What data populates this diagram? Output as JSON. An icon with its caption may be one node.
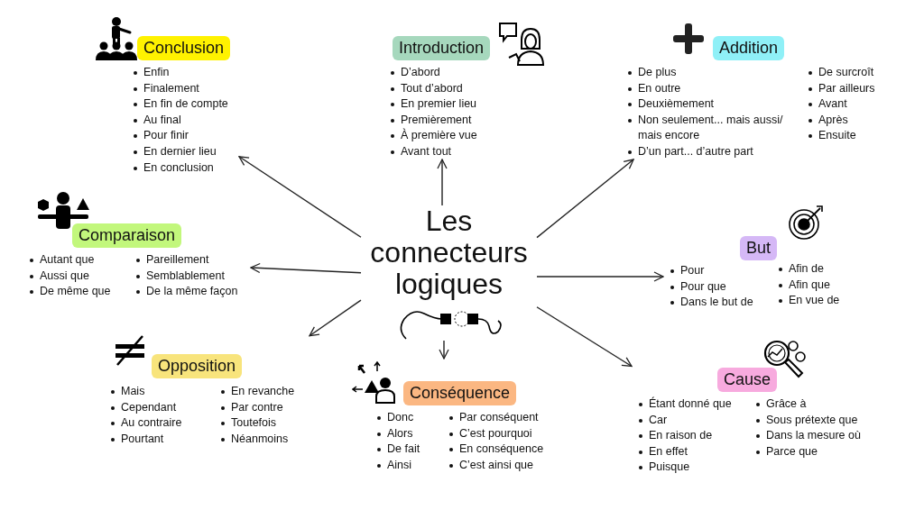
{
  "diagram": {
    "nodes": [
      {
        "text": [
          "Conclusion",
          "Enfin",
          "Finalement",
          "En fin de compte",
          "Au final",
          "Pour finir",
          "En dernier lieu",
          "En conclusion"
        ]
      },
      {
        "text": [
          "Introduction",
          "D’abord",
          "Tout d’abord",
          "En premier lieu",
          "Premièrement",
          "À première vue",
          "Avant tout"
        ]
      },
      {
        "text": [
          "Addition",
          "De plus",
          "En outre",
          "Deuxièmement",
          "Non seulement... mais aussi/ mais encore",
          "D’un part... d’autre part",
          "De surcroît",
          "Par ailleurs",
          "Avant",
          "Après",
          "Ensuite"
        ]
      },
      {
        "text": [
          "Comparaison",
          "Autant que",
          "Aussi que",
          "De même que",
          "Pareillement",
          "Semblablement",
          "De la même façon"
        ]
      },
      {
        "text": [
          "Les connecteurs logiques"
        ]
      },
      {
        "text": [
          "But",
          "Pour",
          "Pour que",
          "Dans le but de",
          "Afin de",
          "Afin que",
          "En vue de"
        ]
      },
      {
        "text": [
          "Opposition",
          "Mais",
          "Cependant",
          "Au contraire",
          "Pourtant",
          "En revanche",
          "Par contre",
          "Toutefois",
          "Néanmoins"
        ]
      },
      {
        "text": [
          "Conséquence",
          "Donc",
          "Alors",
          "De fait",
          "Ainsi",
          "Par conséquent",
          "C’est pourquoi",
          "En conséquence",
          "C’est ainsi que"
        ]
      },
      {
        "text": [
          "Cause",
          "Étant donné que",
          "Car",
          "En raison de",
          "En effet",
          "Puisque",
          "Grâce à",
          "Sous prétexte que",
          "Dans la mesure où",
          "Parce que"
        ]
      }
    ],
    "edges": [
      {
        "from": 4,
        "to": 0,
        "arrow": "to"
      },
      {
        "from": 4,
        "to": 1,
        "arrow": "to"
      },
      {
        "from": 4,
        "to": 2,
        "arrow": "to"
      },
      {
        "from": 4,
        "to": 3,
        "arrow": "to"
      },
      {
        "from": 4,
        "to": 5,
        "arrow": "to"
      },
      {
        "from": 4,
        "to": 6,
        "arrow": "to"
      },
      {
        "from": 4,
        "to": 7,
        "arrow": "to"
      },
      {
        "from": 4,
        "to": 8,
        "arrow": "to"
      }
    ]
  }
}
